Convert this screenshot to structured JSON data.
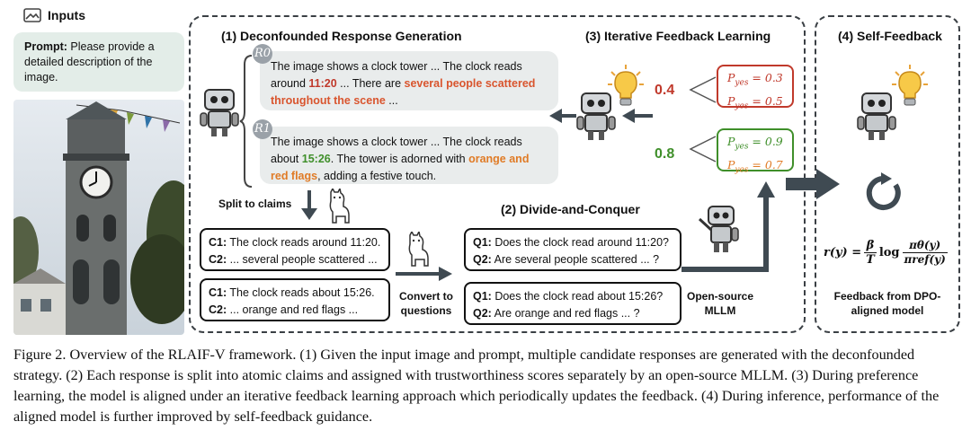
{
  "inputs": {
    "title": "Inputs",
    "prompt_label": "Prompt:",
    "prompt_text": "Please provide a detailed description of the image."
  },
  "section1": {
    "title": "(1) Deconfounded Response Generation",
    "r0": {
      "badge": "R0",
      "t1": "The image shows a clock tower ... The clock reads around ",
      "time": "11:20",
      "t2": " ... There are ",
      "hall": "several people scattered throughout the scene",
      "t3": " ..."
    },
    "r1": {
      "badge": "R1",
      "t1": "The image shows a clock tower ... The clock reads about ",
      "time": "15:26",
      "t2": ". The tower is adorned with ",
      "hall": "orange and red flags",
      "t3": ", adding a festive touch."
    },
    "split_label": "Split to claims"
  },
  "claims": {
    "box1": {
      "c1_label": "C1:",
      "c1": "The clock reads around 11:20.",
      "c2_label": "C2:",
      "c2": "... several people scattered ..."
    },
    "box2": {
      "c1_label": "C1:",
      "c1": "The clock reads about 15:26.",
      "c2_label": "C2:",
      "c2": "... orange and red flags ..."
    }
  },
  "convert_label": "Convert to questions",
  "section2": {
    "title": "(2) Divide-and-Conquer",
    "box1": {
      "q1_label": "Q1:",
      "q1": "Does the clock read around 11:20?",
      "q2_label": "Q2:",
      "q2": "Are several people scattered ... ?"
    },
    "box2": {
      "q1_label": "Q1:",
      "q1": "Does the clock read about 15:26?",
      "q2_label": "Q2:",
      "q2": "Are orange and red flags ... ?"
    },
    "mllm_label": "Open-source MLLM"
  },
  "section3": {
    "title": "(3) Iterative Feedback Learning",
    "score_top": "0.4",
    "score_bottom": "0.8",
    "p_label": "P",
    "p_sub": "yes",
    "top_values": [
      "0.3",
      "0.5"
    ],
    "bottom_values": [
      "0.9",
      "0.7"
    ]
  },
  "section4": {
    "title": "(4) Self-Feedback",
    "formula": {
      "lhs": "r(y) =",
      "num": "β",
      "den": "T",
      "log": "log",
      "frac_num": "πθ(y)",
      "frac_den": "πref(y)"
    },
    "caption": "Feedback from DPO-aligned model"
  },
  "figure_caption": "Figure 2. Overview of the RLAIF-V framework. (1) Given the input image and prompt, multiple candidate responses are generated with the deconfounded strategy. (2) Each response is split into atomic claims and assigned with trustworthiness scores separately by an open-source MLLM. (3) During preference learning, the model is aligned under an iterative feedback learning approach which periodically updates the feedback. (4) During inference, performance of the aligned model is further improved by self-feedback guidance.",
  "colors": {
    "red_text": "#c0392b",
    "orange_text": "#e07b26",
    "green_text": "#3f8f2a",
    "red_border": "#c0392b",
    "green_border": "#3f8f2a",
    "arrow": "#3f4a52",
    "prompt_bg": "#e3ede8",
    "response_bg": "#e9ecec"
  }
}
